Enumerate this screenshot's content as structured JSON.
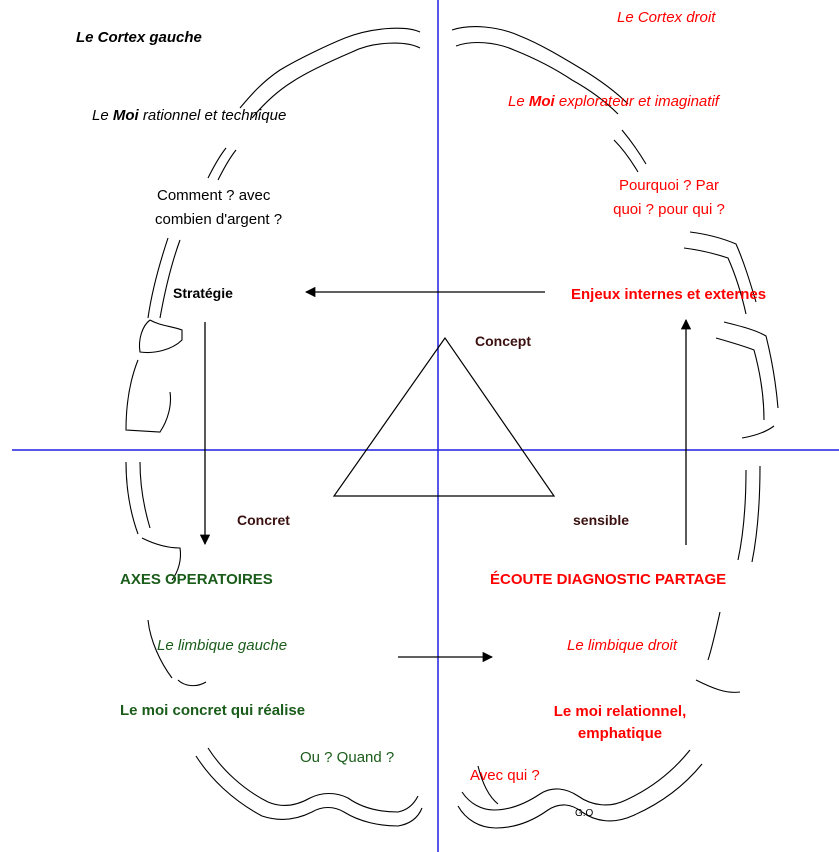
{
  "colors": {
    "left_top": "#000000",
    "right_top": "#ff0000",
    "left_bottom": "#1a5c1a",
    "right_bottom": "#ff0000",
    "center": "#3a1010",
    "axis": "#2020e0",
    "outline": "#000000"
  },
  "top_left": {
    "cortex": "Le Cortex gauche",
    "moi_pre": "Le ",
    "moi_bold": "Moi",
    "moi_post": " rationnel et technique",
    "question_l1": "Comment ? avec",
    "question_l2": "combien d'argent ?",
    "strategy": "Stratégie"
  },
  "top_right": {
    "cortex": "Le Cortex droit",
    "moi_pre": "Le ",
    "moi_bold": "Moi",
    "moi_post": " explorateur et imaginatif",
    "question_l1": "Pourquoi ? Par",
    "question_l2": "quoi ? pour qui ?",
    "stakes": "Enjeux internes et externes"
  },
  "center": {
    "concept": "Concept",
    "concrete": "Concret",
    "sensible": "sensible"
  },
  "bottom_left": {
    "axes": "AXES OPERATOIRES",
    "limbic": "Le limbique gauche",
    "moi": "Le moi concret qui réalise",
    "question": "Ou ? Quand ?"
  },
  "bottom_right": {
    "listening": "ÉCOUTE DIAGNOSTIC PARTAGE",
    "limbic": "Le limbique droit",
    "moi_l1": "Le moi relationnel,",
    "moi_l2": "emphatique",
    "question": "Avec qui ?"
  },
  "signature": "G.O"
}
